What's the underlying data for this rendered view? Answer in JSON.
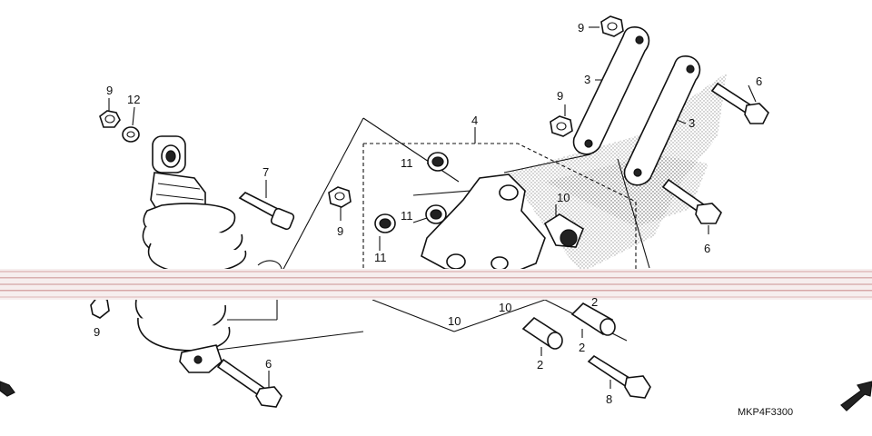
{
  "diagram": {
    "code": "MKP4F3300",
    "callouts": [
      {
        "id": "c9a",
        "text": "9"
      },
      {
        "id": "c12",
        "text": "12"
      },
      {
        "id": "c7",
        "text": "7"
      },
      {
        "id": "c9b",
        "text": "9"
      },
      {
        "id": "c4",
        "text": "4"
      },
      {
        "id": "c11a",
        "text": "11"
      },
      {
        "id": "c11b",
        "text": "11"
      },
      {
        "id": "c11c",
        "text": "11"
      },
      {
        "id": "c9c",
        "text": "9"
      },
      {
        "id": "c9d",
        "text": "9"
      },
      {
        "id": "c3a",
        "text": "3"
      },
      {
        "id": "c3b",
        "text": "3"
      },
      {
        "id": "c6a",
        "text": "6"
      },
      {
        "id": "c10a",
        "text": "10"
      },
      {
        "id": "c6b",
        "text": "6"
      },
      {
        "id": "c9e",
        "text": "9"
      },
      {
        "id": "c10b",
        "text": "10"
      },
      {
        "id": "c10c",
        "text": "10"
      },
      {
        "id": "c2a",
        "text": "2"
      },
      {
        "id": "c2b",
        "text": "2"
      },
      {
        "id": "c2c",
        "text": "2"
      },
      {
        "id": "c8",
        "text": "8"
      },
      {
        "id": "c6c",
        "text": "6"
      }
    ],
    "watermark_icon": "wing-logo-icon",
    "front_arrow_icon": "front-arrow-icon"
  }
}
